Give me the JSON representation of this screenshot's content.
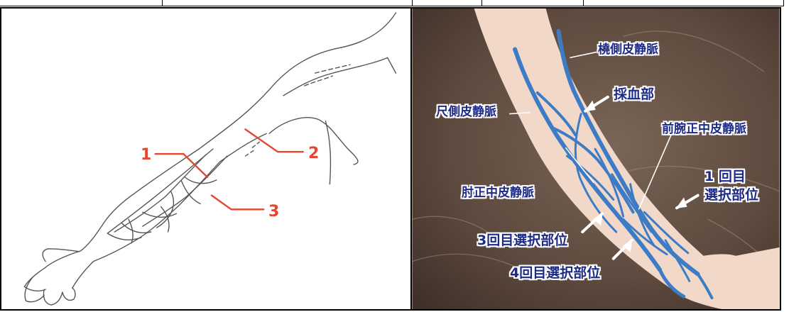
{
  "left_panel": {
    "markers": [
      {
        "number": "1",
        "color": "#e8452c"
      },
      {
        "number": "2",
        "color": "#e8452c"
      },
      {
        "number": "3",
        "color": "#e8452c"
      }
    ]
  },
  "right_panel": {
    "labels": {
      "cephalic": "橈側皮静脈",
      "collection": "採血部",
      "basilic": "尺側皮静脈",
      "median_antebrachial": "前腕正中皮静脈",
      "median_cubital": "肘正中皮静脈",
      "first_line1": "1 回目",
      "first_line2": "選択部位",
      "third": "3回目選択部位",
      "fourth": "4回目選択部位"
    },
    "colors": {
      "background": "#5e4a3e",
      "skin": "#f2d8c8",
      "vein": "#3d7cc4",
      "label_text": "#1d2a86",
      "arrow": "#ffffff"
    }
  }
}
